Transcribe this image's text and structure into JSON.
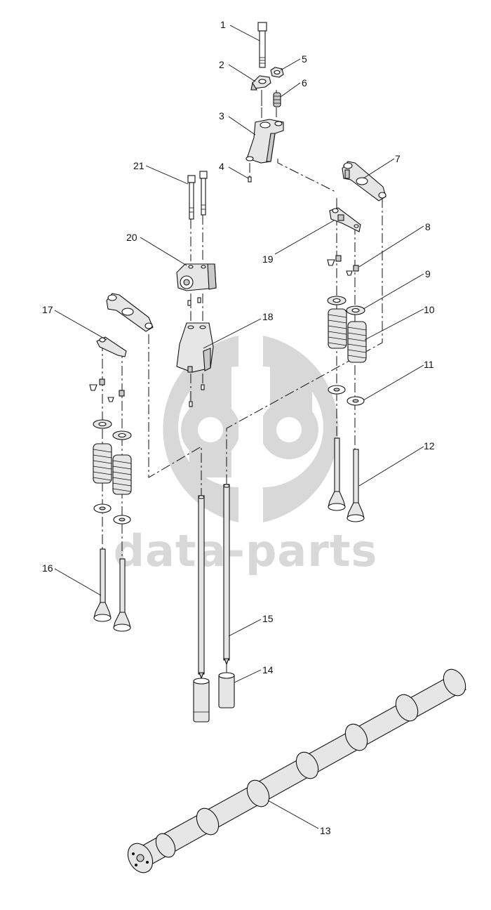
{
  "watermark": {
    "text": "data-parts",
    "logo_icon": "data-parts-logo-icon"
  },
  "callouts": [
    "1",
    "2",
    "3",
    "4",
    "5",
    "6",
    "7",
    "8",
    "9",
    "10",
    "11",
    "12",
    "13",
    "14",
    "15",
    "16",
    "17",
    "18",
    "19",
    "20",
    "21"
  ]
}
